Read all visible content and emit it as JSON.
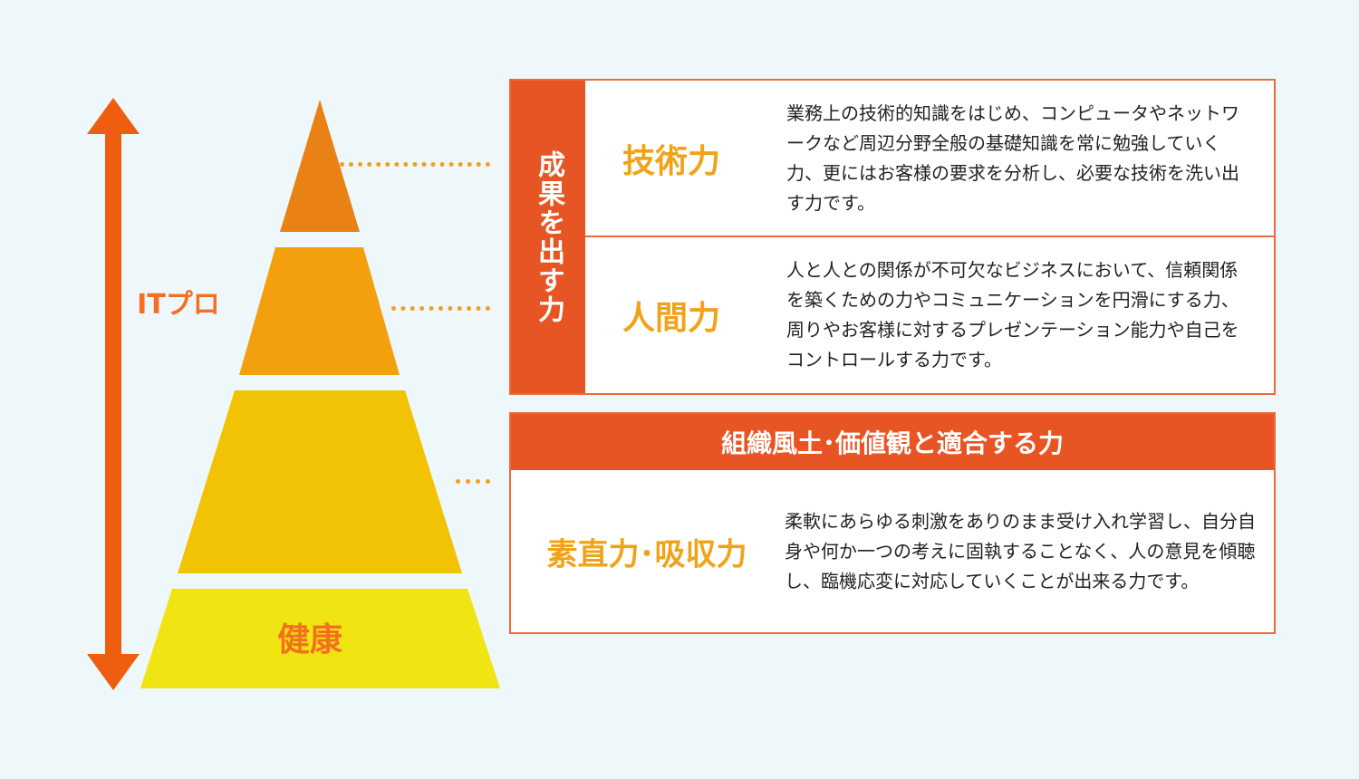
{
  "axis": {
    "label": "ITプロ"
  },
  "pyramid": {
    "levels": [
      {
        "label": "",
        "color": "#e98115"
      },
      {
        "label": "",
        "color": "#f4a00e"
      },
      {
        "label": "",
        "color": "#f2c305"
      },
      {
        "label": "健康",
        "color": "#f1e413",
        "label_color": "#f27020"
      }
    ],
    "arrow_color": "#ee5d10"
  },
  "upper_box": {
    "band_label": "成果を出す力",
    "rows": [
      {
        "title": "技術力",
        "description": "業務上の技術的知識をはじめ、コンピュータやネットワークなど周辺分野全般の基礎知識を常に勉強していく力、更にはお客様の要求を分析し、必要な技術を洗い出す力です。"
      },
      {
        "title": "人間力",
        "description": "人と人との関係が不可欠なビジネスにおいて、信頼関係を築くための力やコミュニケーションを円滑にする力、周りやお客様に対するプレゼンテーション能力や自己をコントロールする力です。"
      }
    ]
  },
  "lower_box": {
    "header": "組織風土･価値観と適合する力",
    "title": "素直力･吸収力",
    "description": "柔軟にあらゆる刺激をありのまま受け入れ学習し、自分自身や何か一つの考えに固執することなく、人の意見を傾聴し、臨機応変に対応していくことが出来る力です。"
  },
  "colors": {
    "accent": "#e85524",
    "border": "#ee6a3a",
    "title_text": "#f0a317",
    "dots": "#f0a020",
    "background": "#eef7fa"
  }
}
